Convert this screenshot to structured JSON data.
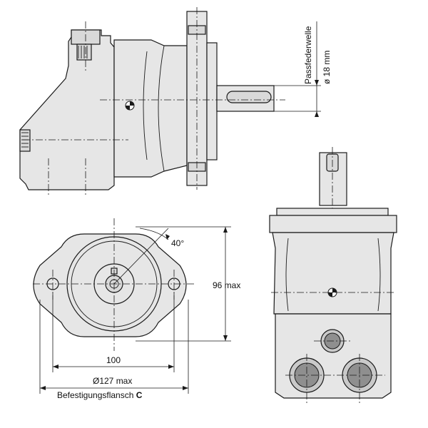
{
  "labels": {
    "shaft_name": "Passfederwelle",
    "shaft_dia": "ø 18 mm",
    "angle": "40°",
    "height": "96 max",
    "hole_spacing": "100",
    "flange_dia": "Ø127 max",
    "flange_prefix": "Befestigungsflansch ",
    "flange_type": "C"
  },
  "colors": {
    "body_fill": "#e6e6e6",
    "port_fill": "#8f8f8f",
    "line": "#1a1a1a"
  }
}
